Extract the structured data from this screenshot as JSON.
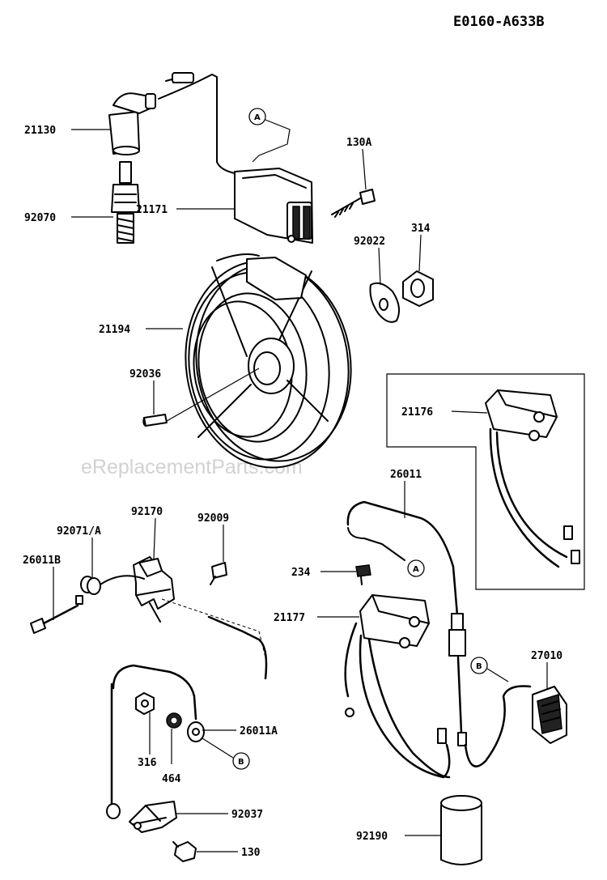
{
  "diagram": {
    "code": "E0160-A633B",
    "watermark": "eReplacementParts.com",
    "parts": [
      {
        "id": "spark-plug-cap",
        "number": "21130"
      },
      {
        "id": "spark-plug",
        "number": "92070"
      },
      {
        "id": "ignition-coil",
        "number": "21171"
      },
      {
        "id": "coil-bolt",
        "number": "130A"
      },
      {
        "id": "nut",
        "number": "314"
      },
      {
        "id": "washer",
        "number": "92022"
      },
      {
        "id": "flywheel",
        "number": "21194"
      },
      {
        "id": "key",
        "number": "92036"
      },
      {
        "id": "inset-igniter",
        "number": "21176"
      },
      {
        "id": "wire-harness",
        "number": "26011"
      },
      {
        "id": "switch-bracket",
        "number": "92170"
      },
      {
        "id": "switch-screw",
        "number": "92009"
      },
      {
        "id": "grommet",
        "number": "92071/A"
      },
      {
        "id": "stop-lead",
        "number": "26011B"
      },
      {
        "id": "plug-screw",
        "number": "234"
      },
      {
        "id": "igniter",
        "number": "21177"
      },
      {
        "id": "rectifier",
        "number": "27010"
      },
      {
        "id": "ground-nut",
        "number": "316"
      },
      {
        "id": "lock-washer",
        "number": "464"
      },
      {
        "id": "ground-lead",
        "number": "26011A"
      },
      {
        "id": "clamp",
        "number": "92037"
      },
      {
        "id": "clamp-bolt",
        "number": "130"
      },
      {
        "id": "capacitor",
        "number": "92190"
      }
    ],
    "refs": {
      "a": "A",
      "b": "B"
    }
  }
}
